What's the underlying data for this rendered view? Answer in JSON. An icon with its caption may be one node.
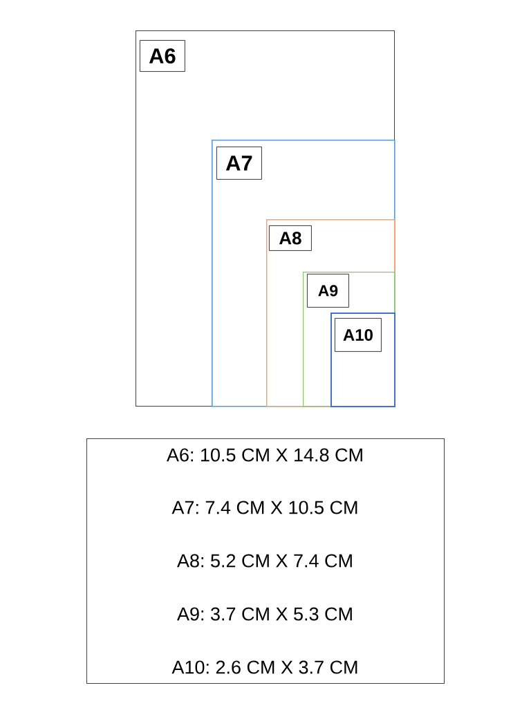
{
  "diagram": {
    "nodes": [
      {
        "text": [],
        "shape": "box"
      },
      {
        "text": [
          "A6"
        ],
        "in": 0
      },
      {
        "text": [],
        "shape": "box",
        "in": 0
      },
      {
        "text": [
          "A7"
        ],
        "in": 2
      },
      {
        "text": [],
        "shape": "box",
        "in": 2
      },
      {
        "text": [
          "A8"
        ],
        "in": 4
      },
      {
        "text": [],
        "shape": "box",
        "in": 4
      },
      {
        "text": [
          "A9"
        ],
        "in": 6
      },
      {
        "text": [],
        "shape": "box",
        "in": 6
      },
      {
        "text": [
          "A10"
        ],
        "in": 8
      },
      {
        "text": [
          "A6: 10.5 CM X 14.8 CM",
          "A7: 7.4 CM X 10.5 CM",
          "A8: 5.2 CM X 7.4 CM",
          "A9: 3.7 CM X 5.3 CM",
          "A10: 2.6 CM X 3.7 CM"
        ]
      }
    ]
  }
}
